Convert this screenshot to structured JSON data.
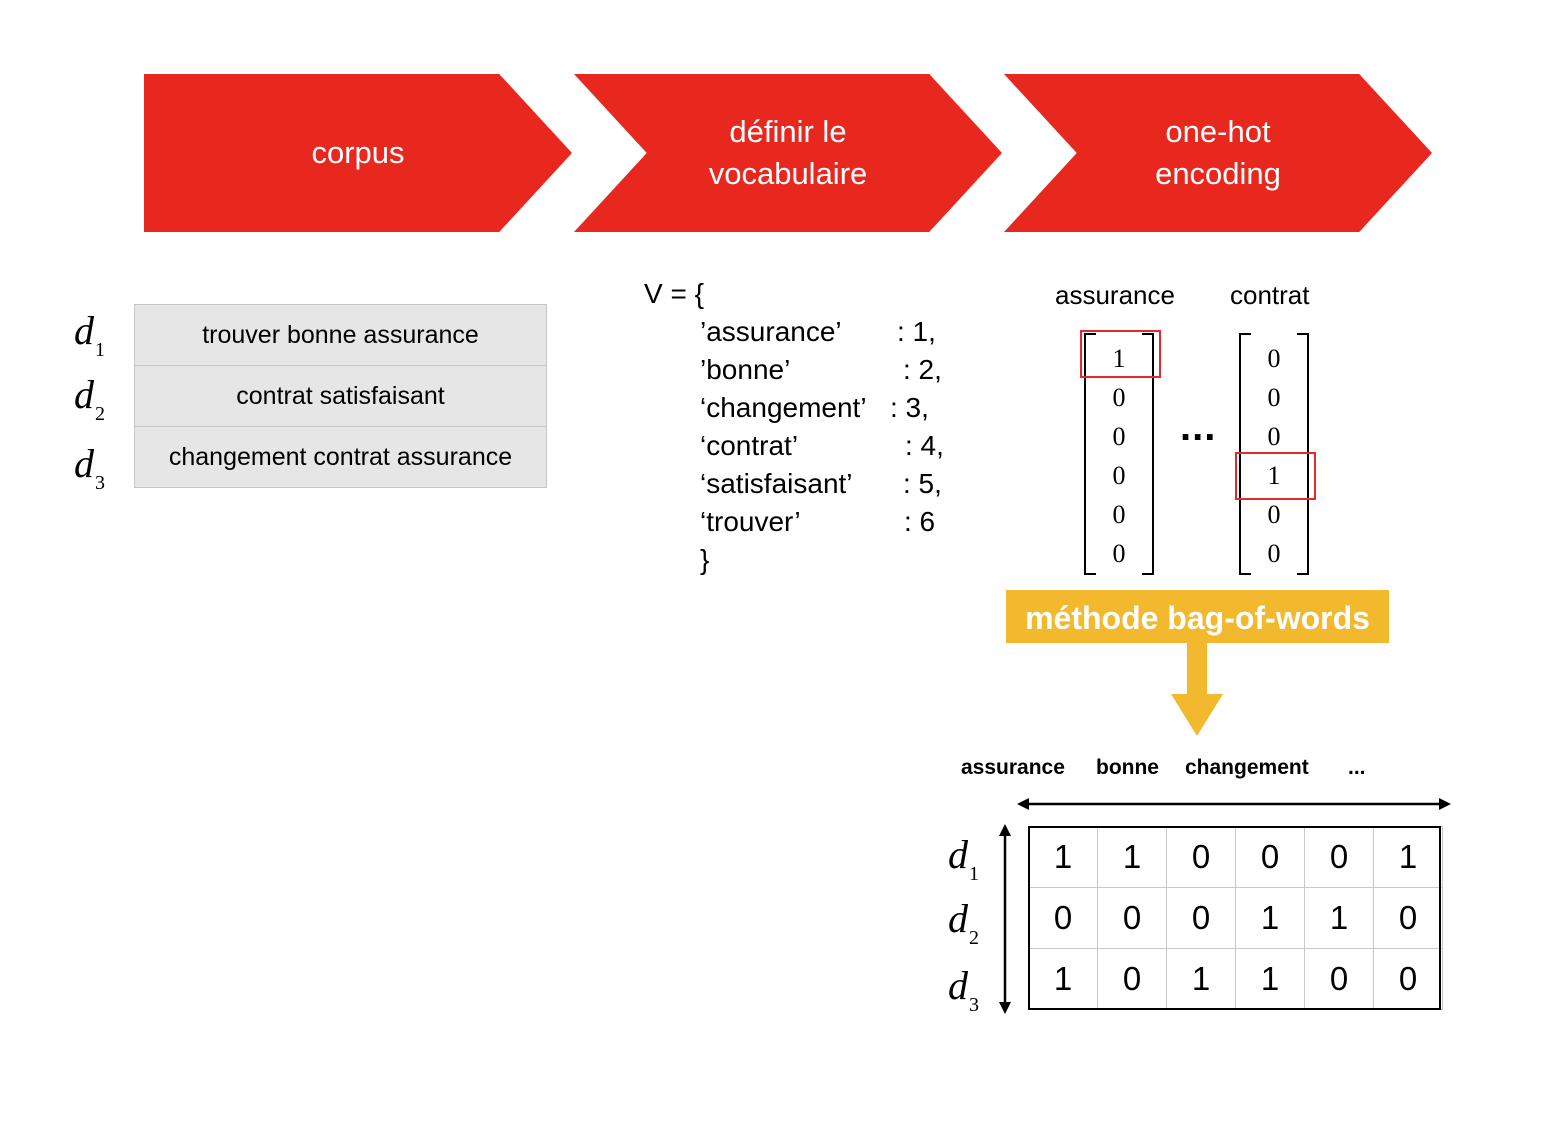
{
  "steps": [
    {
      "label": "corpus"
    },
    {
      "label": "définir le\nvocabulaire"
    },
    {
      "label": "one-hot\nencoding"
    }
  ],
  "corpus": {
    "docs": [
      {
        "label": "d",
        "index": "1",
        "text": "trouver bonne assurance"
      },
      {
        "label": "d",
        "index": "2",
        "text": "contrat satisfaisant"
      },
      {
        "label": "d",
        "index": "3",
        "text": "changement contrat assurance"
      }
    ]
  },
  "vocabulary": {
    "open": "V = {",
    "entries": [
      {
        "word": "’assurance’",
        "sep": ": 1,"
      },
      {
        "word": "’bonne’",
        "sep": ": 2,"
      },
      {
        "word": "‘changement’",
        "sep": ": 3,"
      },
      {
        "word": "‘contrat’",
        "sep": ": 4,"
      },
      {
        "word": "‘satisfaisant’",
        "sep": ": 5,"
      },
      {
        "word": "‘trouver’",
        "sep": ": 6"
      }
    ],
    "close": "}"
  },
  "one_hot": {
    "vectors": [
      {
        "word": "assurance",
        "values": [
          "1",
          "0",
          "0",
          "0",
          "0",
          "0"
        ],
        "highlight_index": 0
      },
      {
        "word": "contrat",
        "values": [
          "0",
          "0",
          "0",
          "1",
          "0",
          "0"
        ],
        "highlight_index": 3
      }
    ],
    "ellipsis": "..."
  },
  "bag_of_words": {
    "label": "méthode bag-of-words"
  },
  "matrix": {
    "column_headers": [
      "assurance",
      "bonne",
      "changement",
      "..."
    ],
    "row_labels": [
      {
        "label": "d",
        "index": "1"
      },
      {
        "label": "d",
        "index": "2"
      },
      {
        "label": "d",
        "index": "3"
      }
    ],
    "rows": [
      [
        "1",
        "1",
        "0",
        "0",
        "0",
        "1"
      ],
      [
        "0",
        "0",
        "0",
        "1",
        "1",
        "0"
      ],
      [
        "1",
        "0",
        "1",
        "1",
        "0",
        "0"
      ]
    ]
  },
  "colors": {
    "step_red": "#e8281f",
    "highlight_red": "#e5282a",
    "bow_yellow": "#f2b92e",
    "cell_gray": "#e6e6e6"
  }
}
